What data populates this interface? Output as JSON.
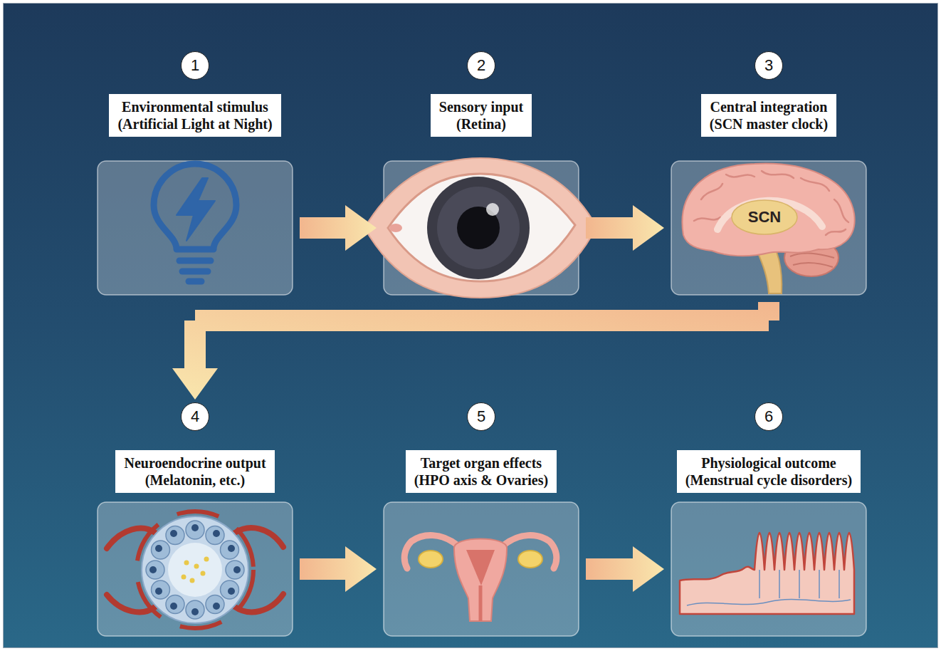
{
  "diagram": {
    "nodes": [
      {
        "text": [
          "Environmental stimulus",
          "(Artificial Light at Night)"
        ]
      },
      {
        "text": [
          "Sensory input",
          "(Retina)"
        ]
      },
      {
        "text": [
          "Central integration",
          "(SCN master clock)"
        ]
      },
      {
        "text": [
          "Neuroendocrine output",
          "(Melatonin, etc.)"
        ]
      },
      {
        "text": [
          "Target organ effects",
          "(HPO axis & Ovaries)"
        ]
      },
      {
        "text": [
          "Physiological outcome",
          "(Menstrual cycle disorders)"
        ]
      }
    ],
    "edges": [
      {
        "from": 0,
        "to": 1,
        "arrow": "to"
      },
      {
        "from": 1,
        "to": 2,
        "arrow": "to"
      },
      {
        "from": 2,
        "to": 3,
        "arrow": "to"
      },
      {
        "from": 3,
        "to": 4,
        "arrow": "to"
      },
      {
        "from": 4,
        "to": 5,
        "arrow": "to"
      }
    ],
    "labels": [
      "1",
      "2",
      "3",
      "SCN",
      "4",
      "5",
      "6"
    ]
  }
}
